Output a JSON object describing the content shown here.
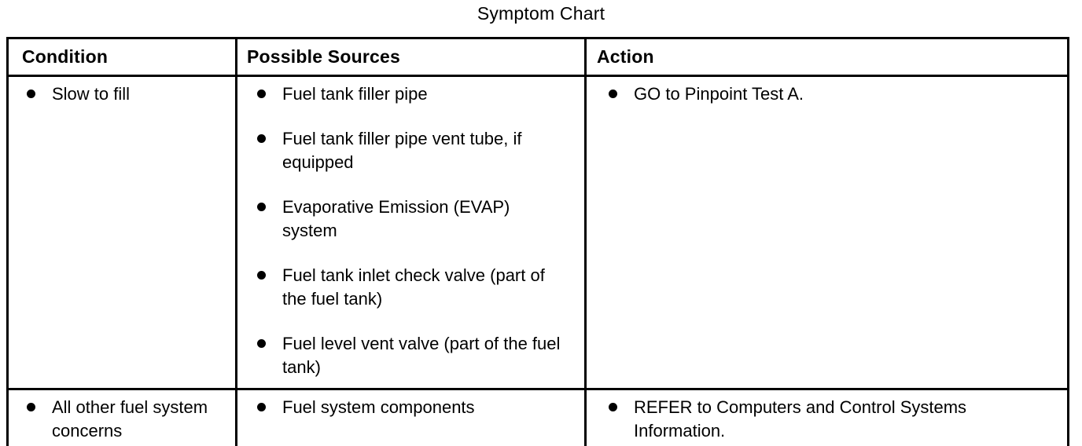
{
  "title": "Symptom Chart",
  "colors": {
    "text": "#000000",
    "border": "#000000",
    "background": "#ffffff"
  },
  "table": {
    "columns": [
      "Condition",
      "Possible Sources",
      "Action"
    ],
    "rows": [
      {
        "condition": [
          "Slow to fill"
        ],
        "sources": [
          "Fuel tank filler pipe",
          "Fuel tank filler pipe vent tube, if equipped",
          "Evaporative Emission (EVAP) system",
          "Fuel tank inlet check valve (part of the fuel tank)",
          "Fuel level vent valve (part of the fuel tank)"
        ],
        "action": [
          "GO to Pinpoint Test A."
        ]
      },
      {
        "condition": [
          "All other fuel system concerns"
        ],
        "sources": [
          "Fuel system components"
        ],
        "action": [
          "REFER to Computers and Control Systems Information."
        ]
      }
    ]
  }
}
